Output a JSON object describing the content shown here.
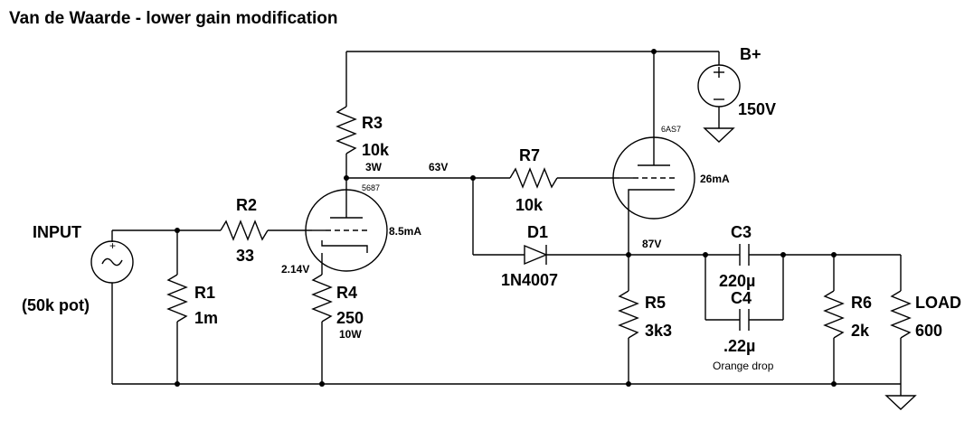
{
  "title": "Van de Waarde - lower gain modification",
  "components": {
    "input": {
      "name": "INPUT",
      "note": "(50k pot)"
    },
    "r1": {
      "name": "R1",
      "value": "1m"
    },
    "r2": {
      "name": "R2",
      "value": "33"
    },
    "r3": {
      "name": "R3",
      "value": "10k",
      "rating": "3W"
    },
    "r4": {
      "name": "R4",
      "value": "250",
      "rating": "10W"
    },
    "r5": {
      "name": "R5",
      "value": "3k3"
    },
    "r6": {
      "name": "R6",
      "value": "2k"
    },
    "r7": {
      "name": "R7",
      "value": "10k"
    },
    "load": {
      "name": "LOAD",
      "value": "600"
    },
    "d1": {
      "name": "D1",
      "value": "1N4007"
    },
    "c3": {
      "name": "C3",
      "value": "220µ"
    },
    "c4": {
      "name": "C4",
      "value": ".22µ",
      "note": "Orange drop"
    },
    "v1": {
      "type": "5687",
      "current": "8.5mA",
      "cathode_voltage": "2.14V"
    },
    "v2": {
      "type": "6AS7",
      "current": "26mA"
    },
    "supply": {
      "name": "B+",
      "value": "150V"
    }
  },
  "nodes": {
    "plate_voltage": "63V",
    "output_voltage": "87V"
  }
}
